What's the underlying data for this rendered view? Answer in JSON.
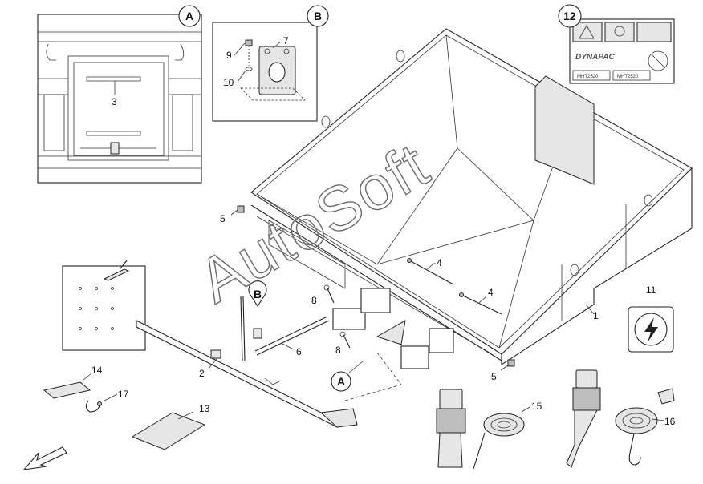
{
  "watermark": "AutoSoft",
  "details": {
    "A": "A",
    "B": "B",
    "sticker_sheet": "12"
  },
  "part_labels": {
    "p1": "1",
    "p2": "2",
    "p3": "3",
    "p4a": "4",
    "p4b": "4",
    "p5a": "5",
    "p5b": "5",
    "p6": "6",
    "p7": "7",
    "p8a": "8",
    "p8b": "8",
    "p9": "9",
    "p10": "10",
    "p11": "11",
    "p13": "13",
    "p14": "14",
    "p15": "15",
    "p16": "16",
    "p17": "17"
  },
  "callouts": {
    "A_marker": "A",
    "B_marker": "B"
  },
  "decal_brand": "DYNAPAC",
  "decal_codes": [
    "MHT2520",
    "MHT2520"
  ],
  "icons": [
    "electric-power-icon",
    "front-direction-arrow-icon"
  ]
}
